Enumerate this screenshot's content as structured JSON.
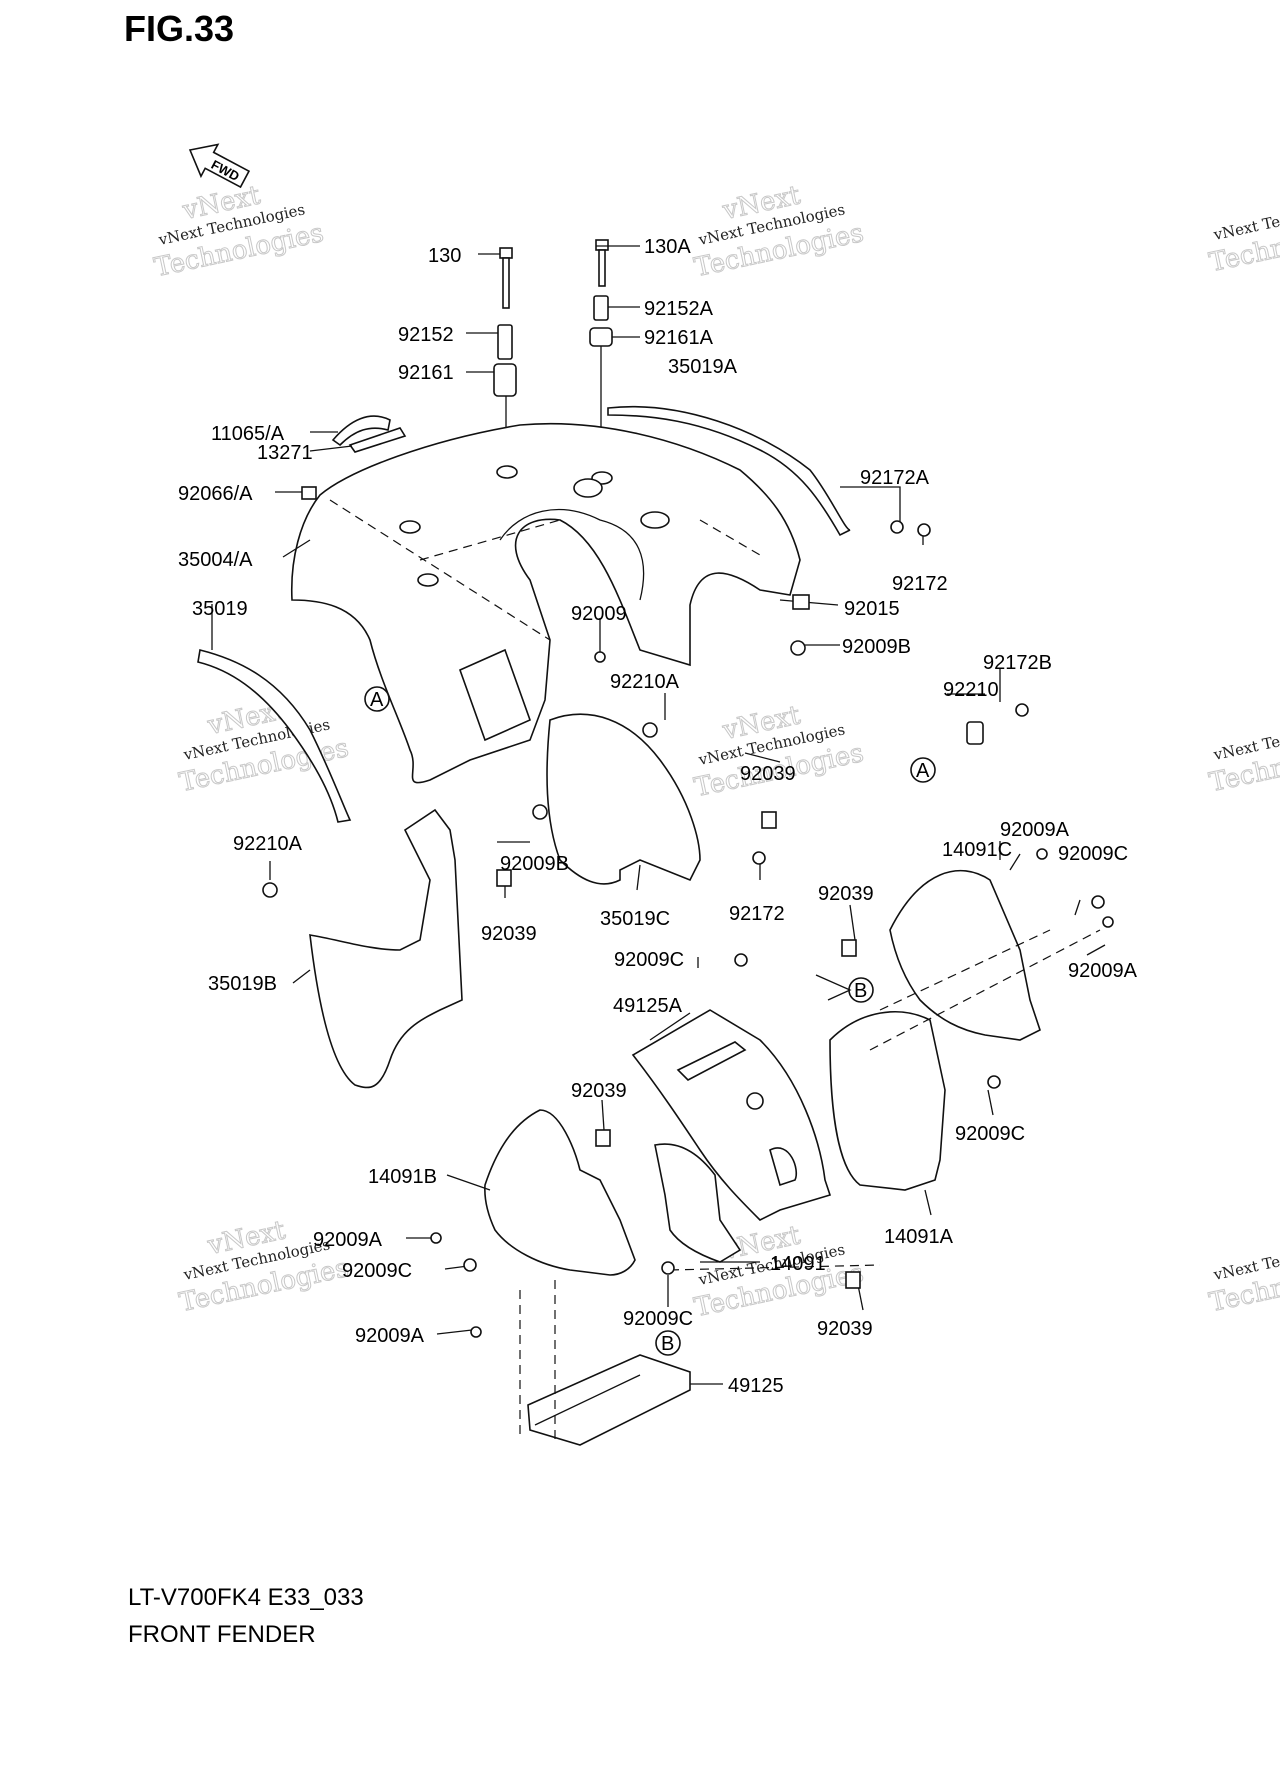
{
  "figure": {
    "title": "FIG.33",
    "model_code": "LT-V700FK4 E33_033",
    "caption": "FRONT FENDER"
  },
  "fwd_arrow_text": "FWD",
  "watermark": {
    "line1": "vNext Technologies",
    "line2": "vNext",
    "line3": "Technologies"
  },
  "callouts": {
    "A_1": "A",
    "A_2": "A",
    "B_1": "B",
    "B_2": "B"
  },
  "labels": {
    "l130": "130",
    "l130A": "130A",
    "l92152": "92152",
    "l92152A": "92152A",
    "l92161": "92161",
    "l92161A": "92161A",
    "l35019A": "35019A",
    "l11065A": "11065/A",
    "l13271": "13271",
    "l92066A": "92066/A",
    "l92172A": "92172A",
    "l35004A": "35004/A",
    "l92172": "92172",
    "l92015": "92015",
    "l92009": "92009",
    "l35019": "35019",
    "l92009B_1": "92009B",
    "l92172B": "92172B",
    "l92210A_1": "92210A",
    "l92210": "92210",
    "l92039_1": "92039",
    "l92210A_2": "92210A",
    "l92009B_2": "92009B",
    "l92009A_1": "92009A",
    "l14091C": "14091C",
    "l92009C_1": "92009C",
    "l92039_2": "92039",
    "l92172_2": "92172",
    "l35019C": "35019C",
    "l92039_3": "92039",
    "l92009C_2": "92009C",
    "l92009A_2": "92009A",
    "l35019B": "35019B",
    "l49125A": "49125A",
    "l92039_4": "92039",
    "l92009C_3": "92009C",
    "l14091B": "14091B",
    "l14091A": "14091A",
    "l92009A_3": "92009A",
    "l92009C_4": "92009C",
    "l14091": "14091",
    "l92009C_5": "92009C",
    "l92039_5": "92039",
    "l92009A_4": "92009A",
    "l49125": "49125"
  }
}
